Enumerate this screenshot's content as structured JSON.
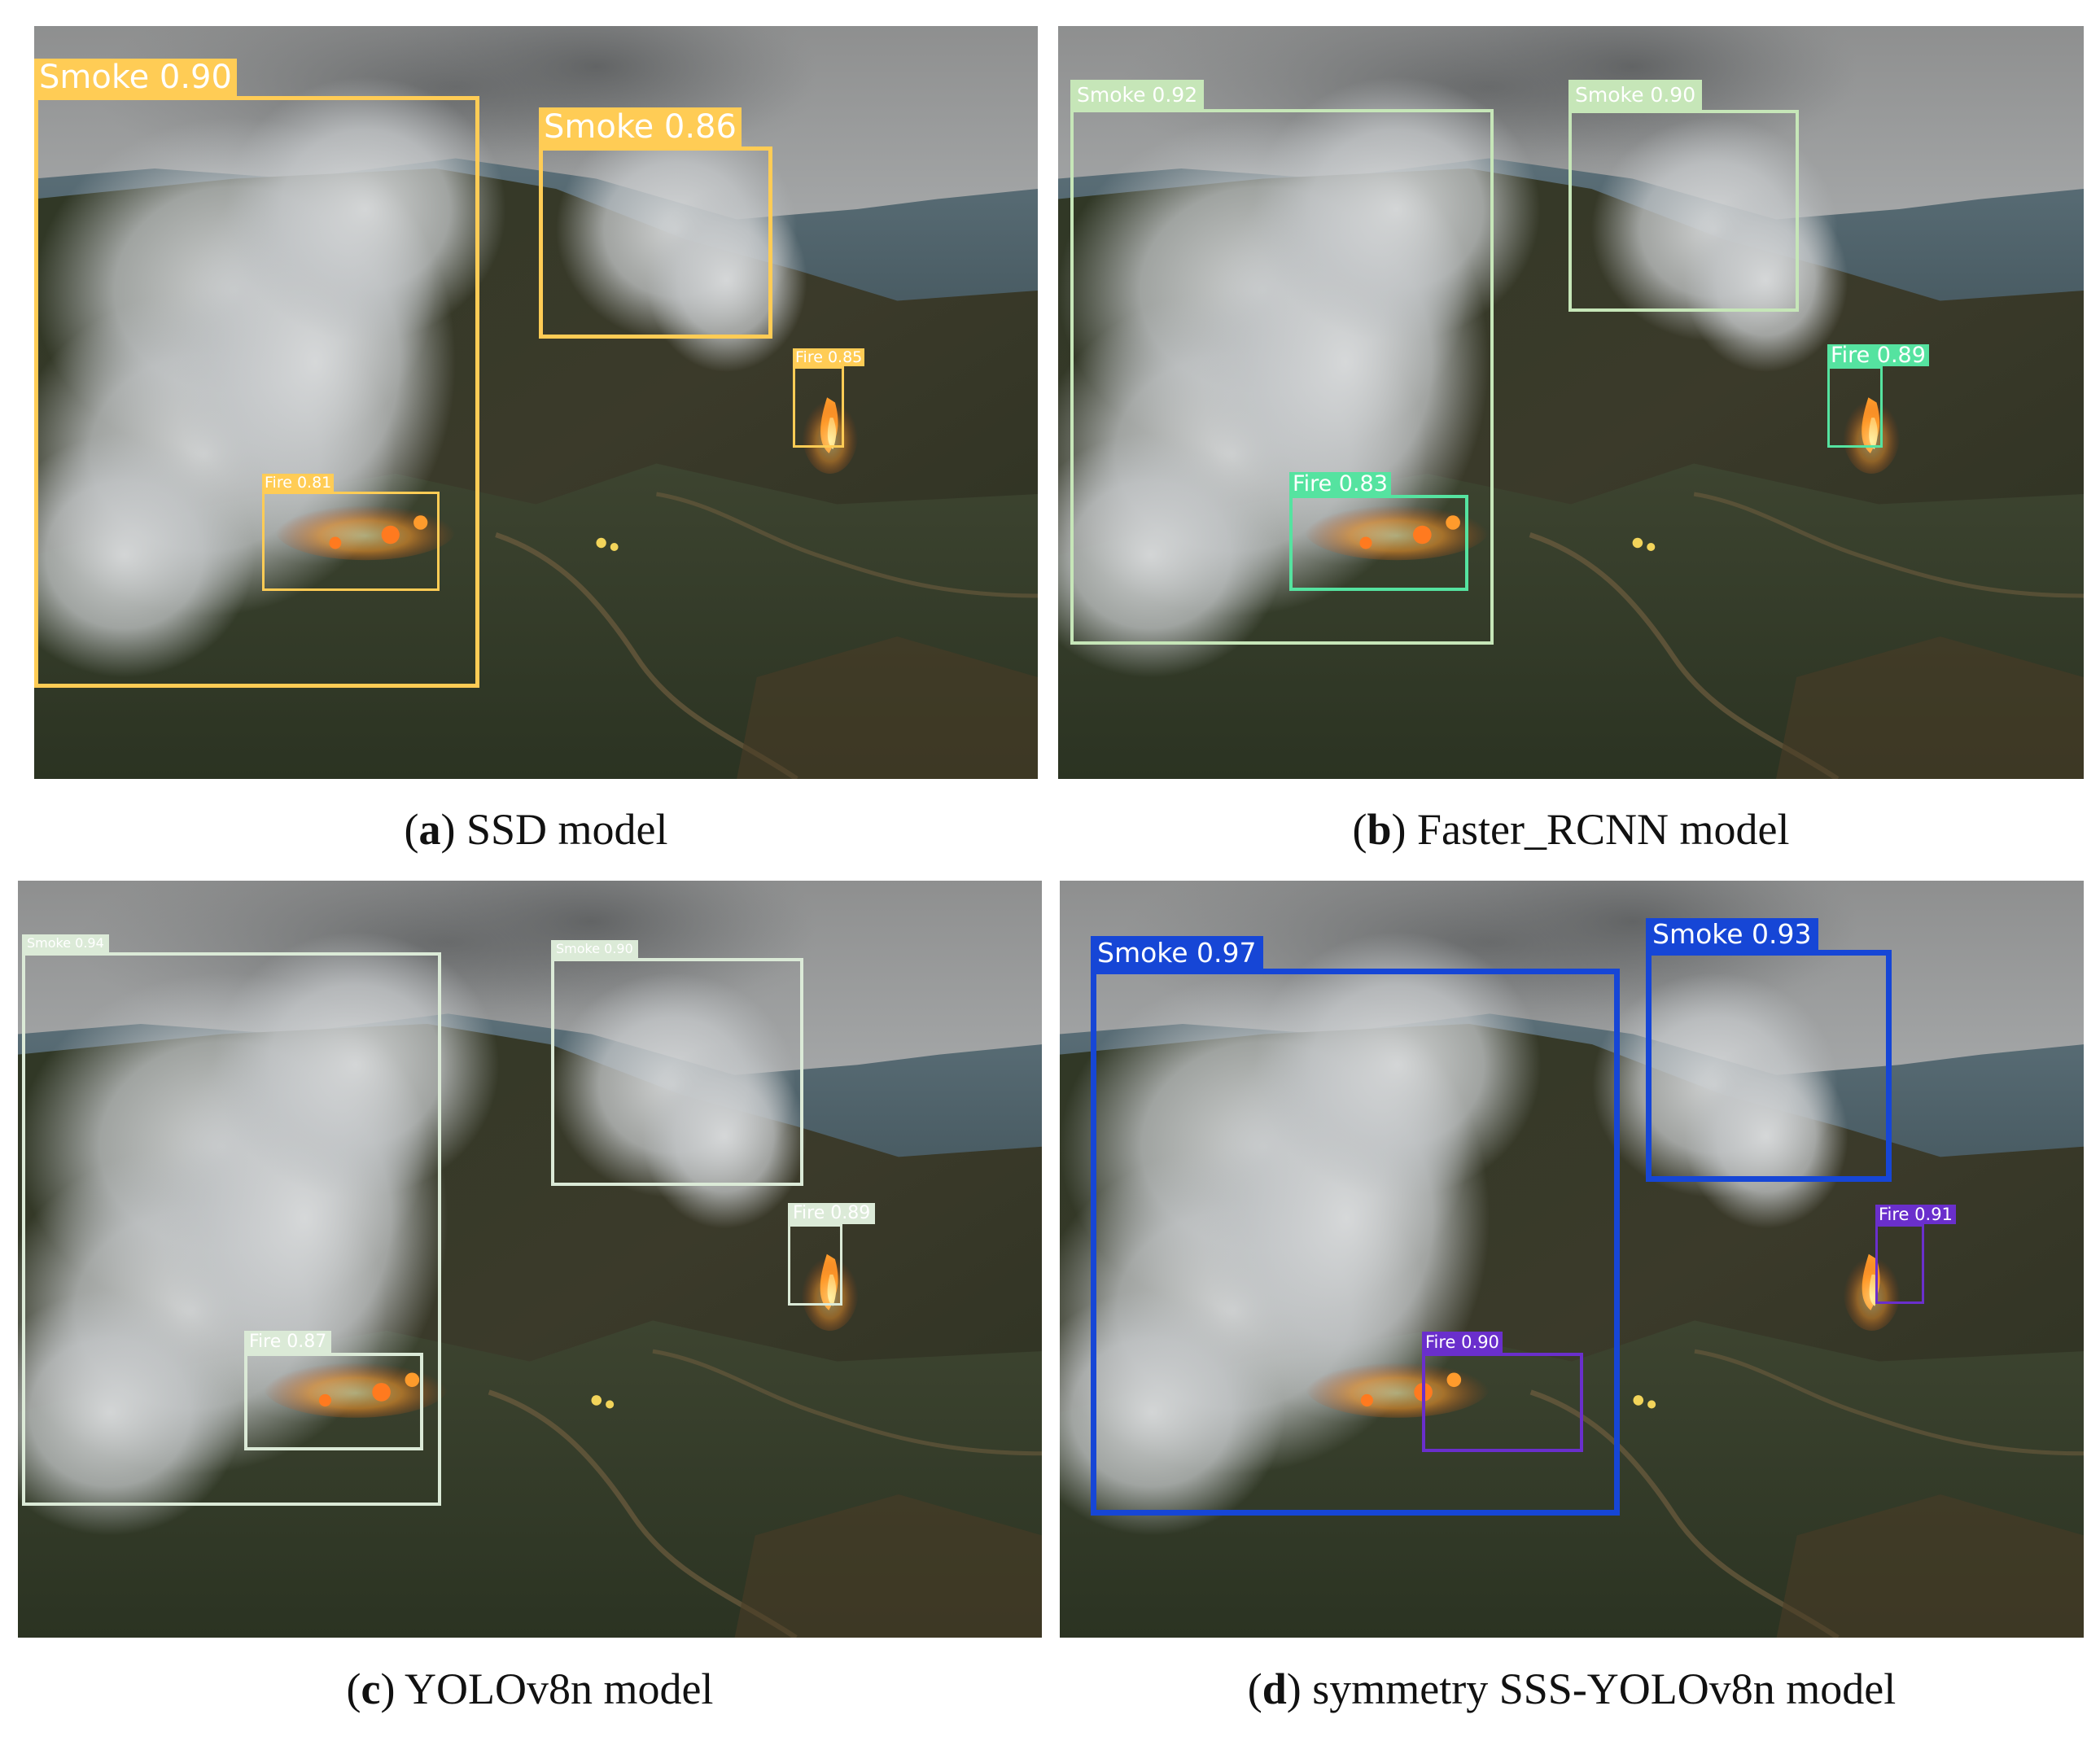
{
  "colors": {
    "ssd": "#ffcc55",
    "faster_rcnn_smoke": "#c6e6b8",
    "faster_rcnn_fire": "#55e3a0",
    "yolov8n": "#dbead7",
    "sss_smoke": "#1646d6",
    "sss_fire": "#6a2fcc"
  },
  "panels": [
    {
      "caption": {
        "letter": "a",
        "text": " SSD model"
      },
      "detections": [
        {
          "label": "Smoke 0.90",
          "palette": "ssd"
        },
        {
          "label": "Smoke 0.86",
          "palette": "ssd"
        },
        {
          "label": "Fire  0.85",
          "palette": "ssd"
        },
        {
          "label": "Fire  0.81",
          "palette": "ssd"
        }
      ]
    },
    {
      "caption": {
        "letter": "b",
        "text": " Faster_RCNN model"
      },
      "detections": [
        {
          "label": "Smoke 0.92",
          "palette": "faster_rcnn_smoke"
        },
        {
          "label": "Smoke 0.90",
          "palette": "faster_rcnn_smoke"
        },
        {
          "label": "Fire  0.89",
          "palette": "faster_rcnn_fire"
        },
        {
          "label": "Fire  0.83",
          "palette": "faster_rcnn_fire"
        }
      ]
    },
    {
      "caption": {
        "letter": "c",
        "text": " YOLOv8n model"
      },
      "detections": [
        {
          "label": "Smoke 0.94",
          "palette": "yolov8n"
        },
        {
          "label": "Smoke 0.90",
          "palette": "yolov8n"
        },
        {
          "label": "Fire   0.89",
          "palette": "yolov8n"
        },
        {
          "label": "Fire   0.87",
          "palette": "yolov8n"
        }
      ]
    },
    {
      "caption": {
        "letter": "d",
        "text": " symmetry SSS-YOLOv8n model"
      },
      "detections": [
        {
          "label": "Smoke 0.97",
          "palette": "sss_smoke"
        },
        {
          "label": "Smoke 0.93",
          "palette": "sss_smoke"
        },
        {
          "label": "Fire 0.91",
          "palette": "sss_fire"
        },
        {
          "label": "Fire 0.90",
          "palette": "sss_fire"
        }
      ]
    }
  ]
}
